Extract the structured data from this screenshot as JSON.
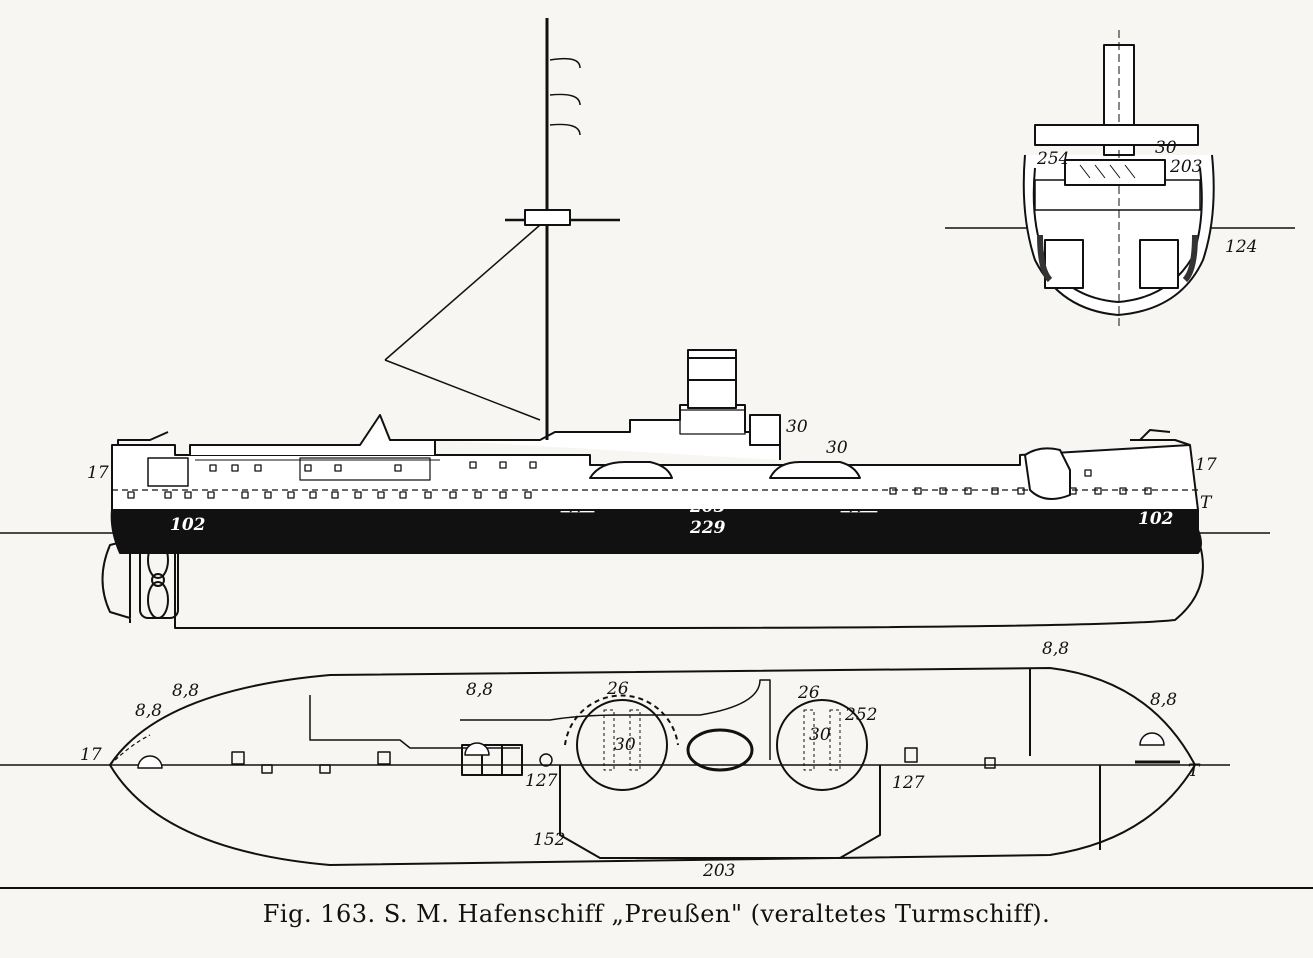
{
  "caption": {
    "fig": "Fig. 163.",
    "text": "S. M. Hafenschiff „Preußen\" (veraltetes Turmschiff)."
  },
  "labels": {
    "side": {
      "bow_17": "17",
      "stern_17": "17",
      "stern_T": "T",
      "turret_30": "30",
      "turret2_30": "30",
      "armor_203": "203",
      "armor_229": "229",
      "belt_fore_102": "102",
      "belt_aft_102": "102"
    },
    "section": {
      "l_254": "254",
      "l_30": "30",
      "l_203": "203",
      "l_124": "124"
    },
    "plan": {
      "l_17": "17",
      "l_88a": "8,8",
      "l_88b": "8,8",
      "l_88c": "8,8",
      "l_88d": "8,8",
      "l_88e": "8,8",
      "l_26a": "26",
      "l_26b": "26",
      "l_30a": "30",
      "l_30b": "30",
      "l_252": "252",
      "l_127a": "127",
      "l_127b": "127",
      "l_152": "152",
      "l_203": "203",
      "l_T": "T"
    }
  }
}
